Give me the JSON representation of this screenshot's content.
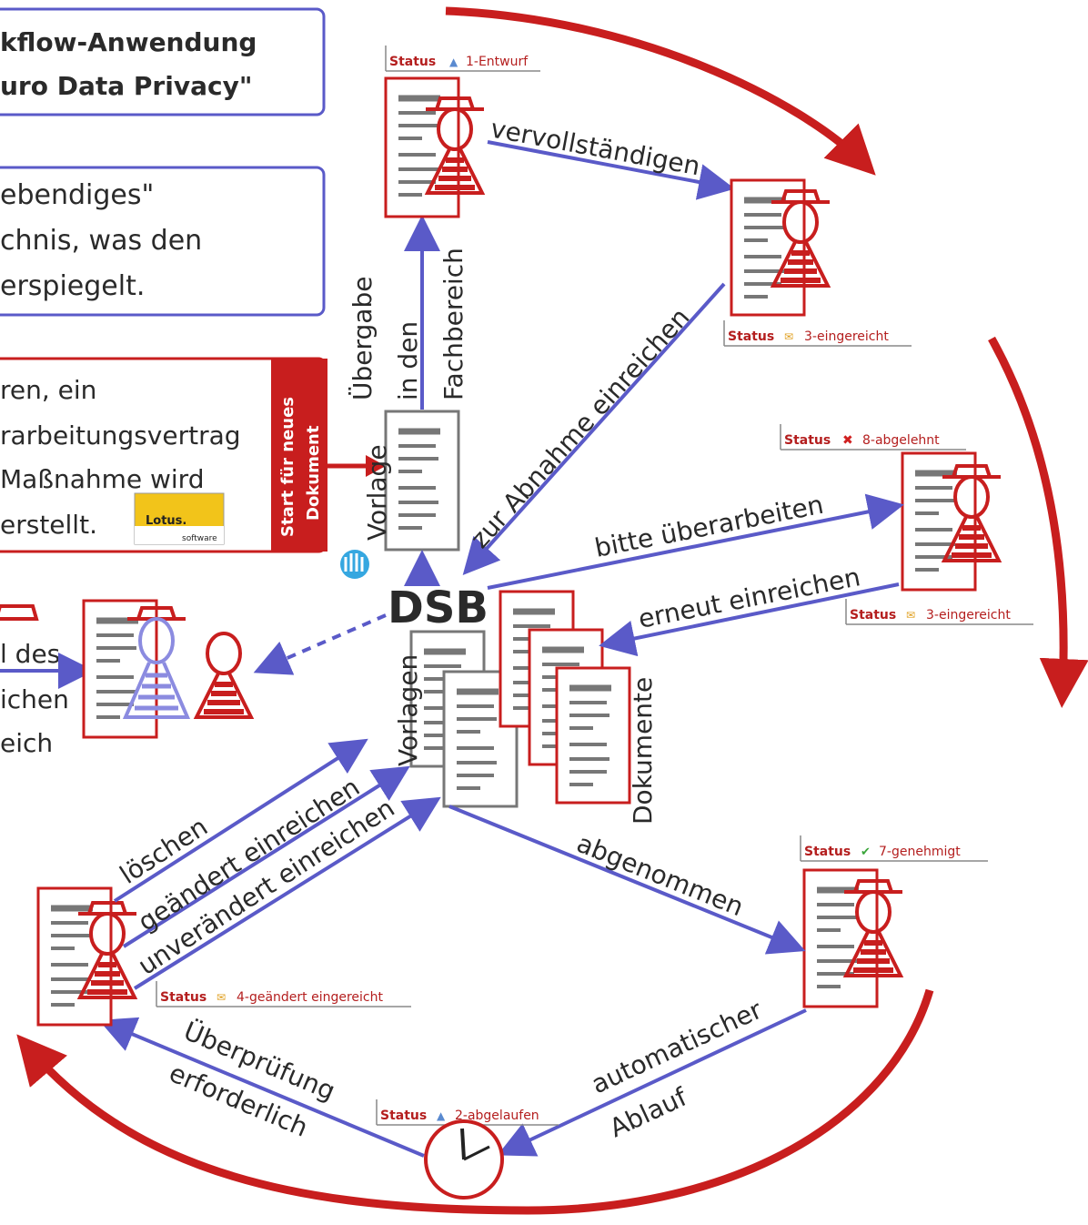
{
  "title_box": {
    "line1": "kflow-Anwendung",
    "line2": "uro Data Privacy\""
  },
  "info_box": {
    "line1": "ebendiges\"",
    "line2": "chnis, was den",
    "line3": "erspiegelt."
  },
  "process_text": {
    "line1": "ren, ein",
    "line2": "rarbeitungsvertrag",
    "line3": "Maßnahme wird",
    "line4": "erstellt."
  },
  "start_tab": {
    "line1": "Start für neues",
    "line2": "Dokument"
  },
  "lotus_logo": {
    "brand": "Lotus.",
    "sub": "software"
  },
  "left_partial_text": {
    "line1": "l des",
    "line2": "ichen",
    "line3": "eich"
  },
  "center": {
    "dsb": "DSB",
    "vorlage_label": "Vorlage",
    "vorlagen_label": "Vorlagen",
    "dokumente_label": "Dokumente"
  },
  "edges": {
    "uebergabe_1": "Übergabe",
    "uebergabe_2": "in den",
    "uebergabe_3": "Fachbereich",
    "vervollstaendigen": "vervollständigen",
    "zur_abnahme": "zur Abnahme einreichen",
    "bitte_ueberarbeiten": "bitte überarbeiten",
    "erneut_einreichen": "erneut einreichen",
    "abgenommen": "abgenommen",
    "automatischer": "automatischer",
    "ablauf": "Ablauf",
    "ueberpruefung": "Überprüfung",
    "erforderlich": "erforderlich",
    "loeschen": "löschen",
    "geaendert": "geändert einreichen",
    "unveraendert": "unverändert einreichen"
  },
  "statuses": {
    "key": "Status",
    "s1": "1-Entwurf",
    "s3a": "3-eingereicht",
    "s8": "8-abgelehnt",
    "s3b": "3-eingereicht",
    "s7": "7-genehmigt",
    "s4": "4-geändert eingereicht",
    "s2": "2-abgelaufen"
  },
  "colors": {
    "red": "#c81e1e",
    "blue": "#5a5ac8",
    "grey": "#777777",
    "status_text": "#b41e1e"
  }
}
